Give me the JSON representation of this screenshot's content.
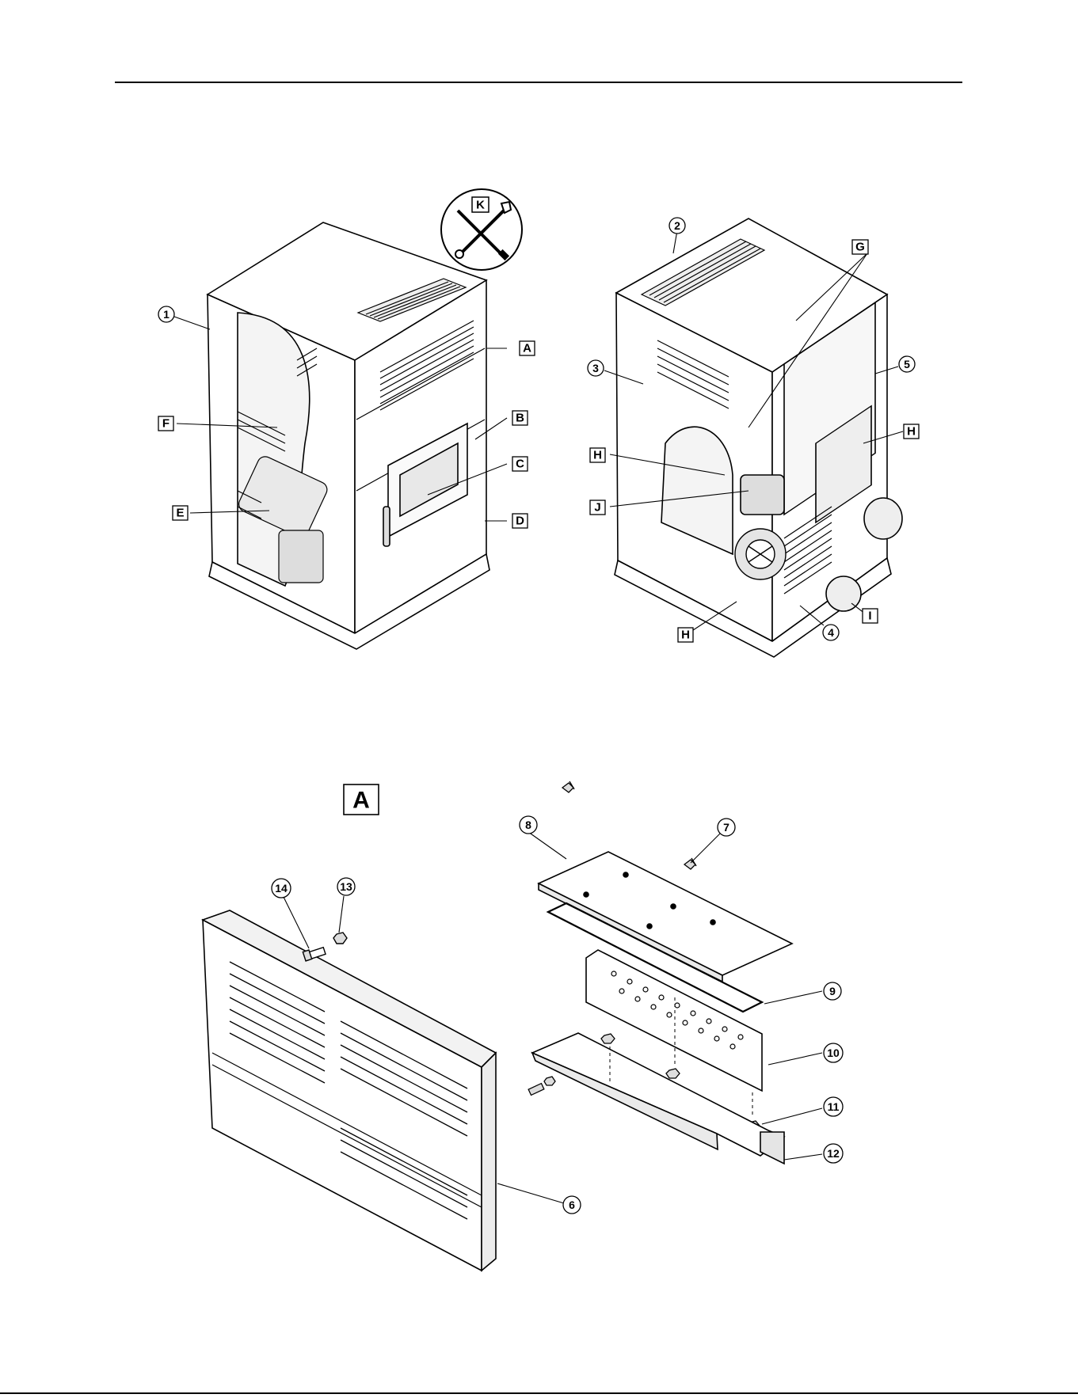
{
  "tool_callout": "K",
  "section_label": "A",
  "labels": {
    "n1": "1",
    "n2": "2",
    "n3": "3",
    "n4": "4",
    "n5": "5",
    "n6": "6",
    "n7": "7",
    "n8": "8",
    "n9": "9",
    "n10": "10",
    "n11": "11",
    "n12": "12",
    "n13": "13",
    "n14": "14",
    "A": "A",
    "B": "B",
    "C": "C",
    "D": "D",
    "E": "E",
    "F": "F",
    "G": "G",
    "H1": "H",
    "H2": "H",
    "H3": "H",
    "I": "I",
    "J": "J"
  }
}
